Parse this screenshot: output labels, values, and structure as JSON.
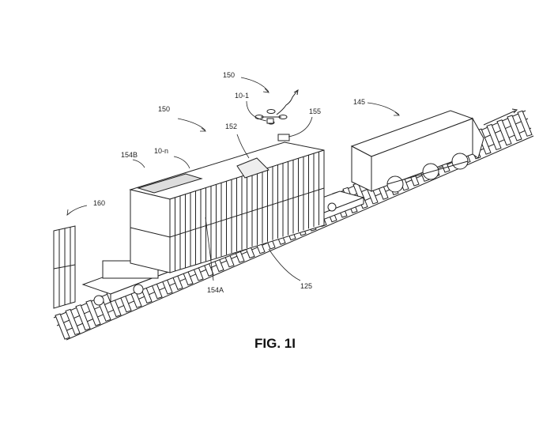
{
  "figure": {
    "caption": "FIG. 1I",
    "labels": {
      "drone_group_top": "150",
      "drone": "10-1",
      "drone_port": "155",
      "ramp": "152",
      "locomotive": "145",
      "drone_group_left": "150",
      "container_top": "154B",
      "drones_stack": "10-n",
      "next_car": "160",
      "container_side": "154A",
      "track": "125"
    }
  }
}
